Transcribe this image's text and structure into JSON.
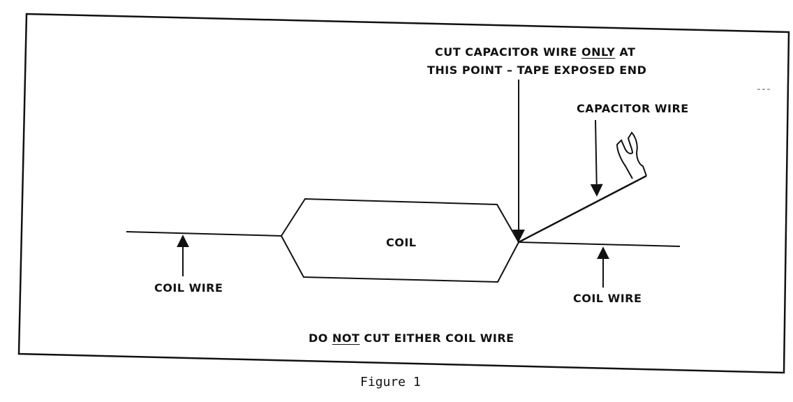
{
  "labels": {
    "cut_line1_a": "CUT CAPACITOR WIRE ",
    "cut_line1_b": "ONLY",
    "cut_line1_c": " AT",
    "cut_line2": "THIS POINT – TAPE EXPOSED END",
    "capacitor_wire": "CAPACITOR WIRE",
    "coil": "COIL",
    "coil_wire_left": "COIL WIRE",
    "coil_wire_right": "COIL WIRE",
    "warning_a": "DO ",
    "warning_b": "NOT",
    "warning_c": " CUT EITHER COIL WIRE"
  },
  "caption": "Figure 1",
  "colors": {
    "ink": "#111111",
    "background": "#ffffff"
  }
}
